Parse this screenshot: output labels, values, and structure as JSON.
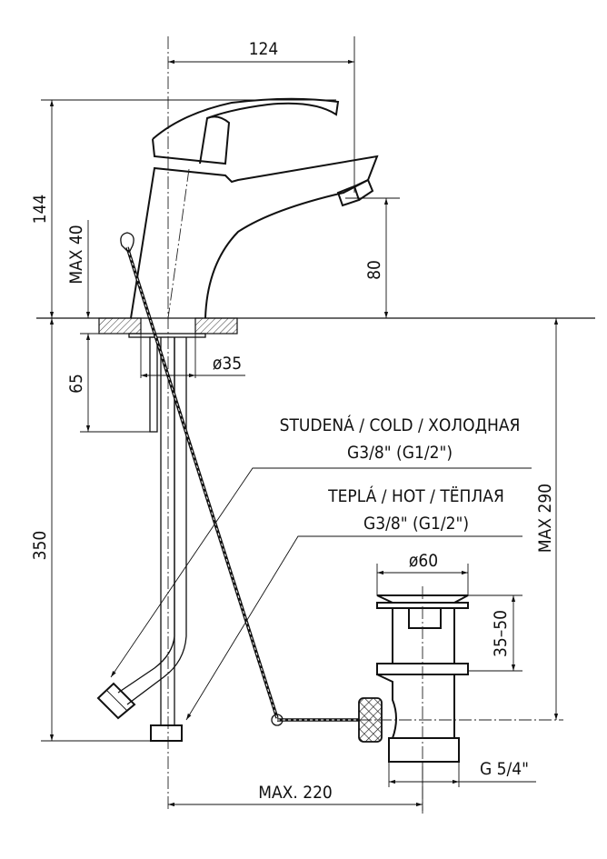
{
  "dimensions": {
    "spout_reach": "124",
    "total_height": "144",
    "counter_thickness": "MAX 40",
    "spout_height": "80",
    "shank_diameter": "ø35",
    "stud_length": "65",
    "hose_length": "350",
    "waste_depth": "MAX 290",
    "waste_diameter": "ø60",
    "waste_range": "35–50",
    "waste_thread": "G 5/4\"",
    "rod_reach": "MAX. 220"
  },
  "labels": {
    "cold_line1": "STUDENÁ / COLD / ХОЛОДНАЯ",
    "cold_line2": "G3/8\" (G1/2\")",
    "hot_line1": "TEPLÁ / HOT / ТЁПЛАЯ",
    "hot_line2": "G3/8\" (G1/2\")"
  }
}
